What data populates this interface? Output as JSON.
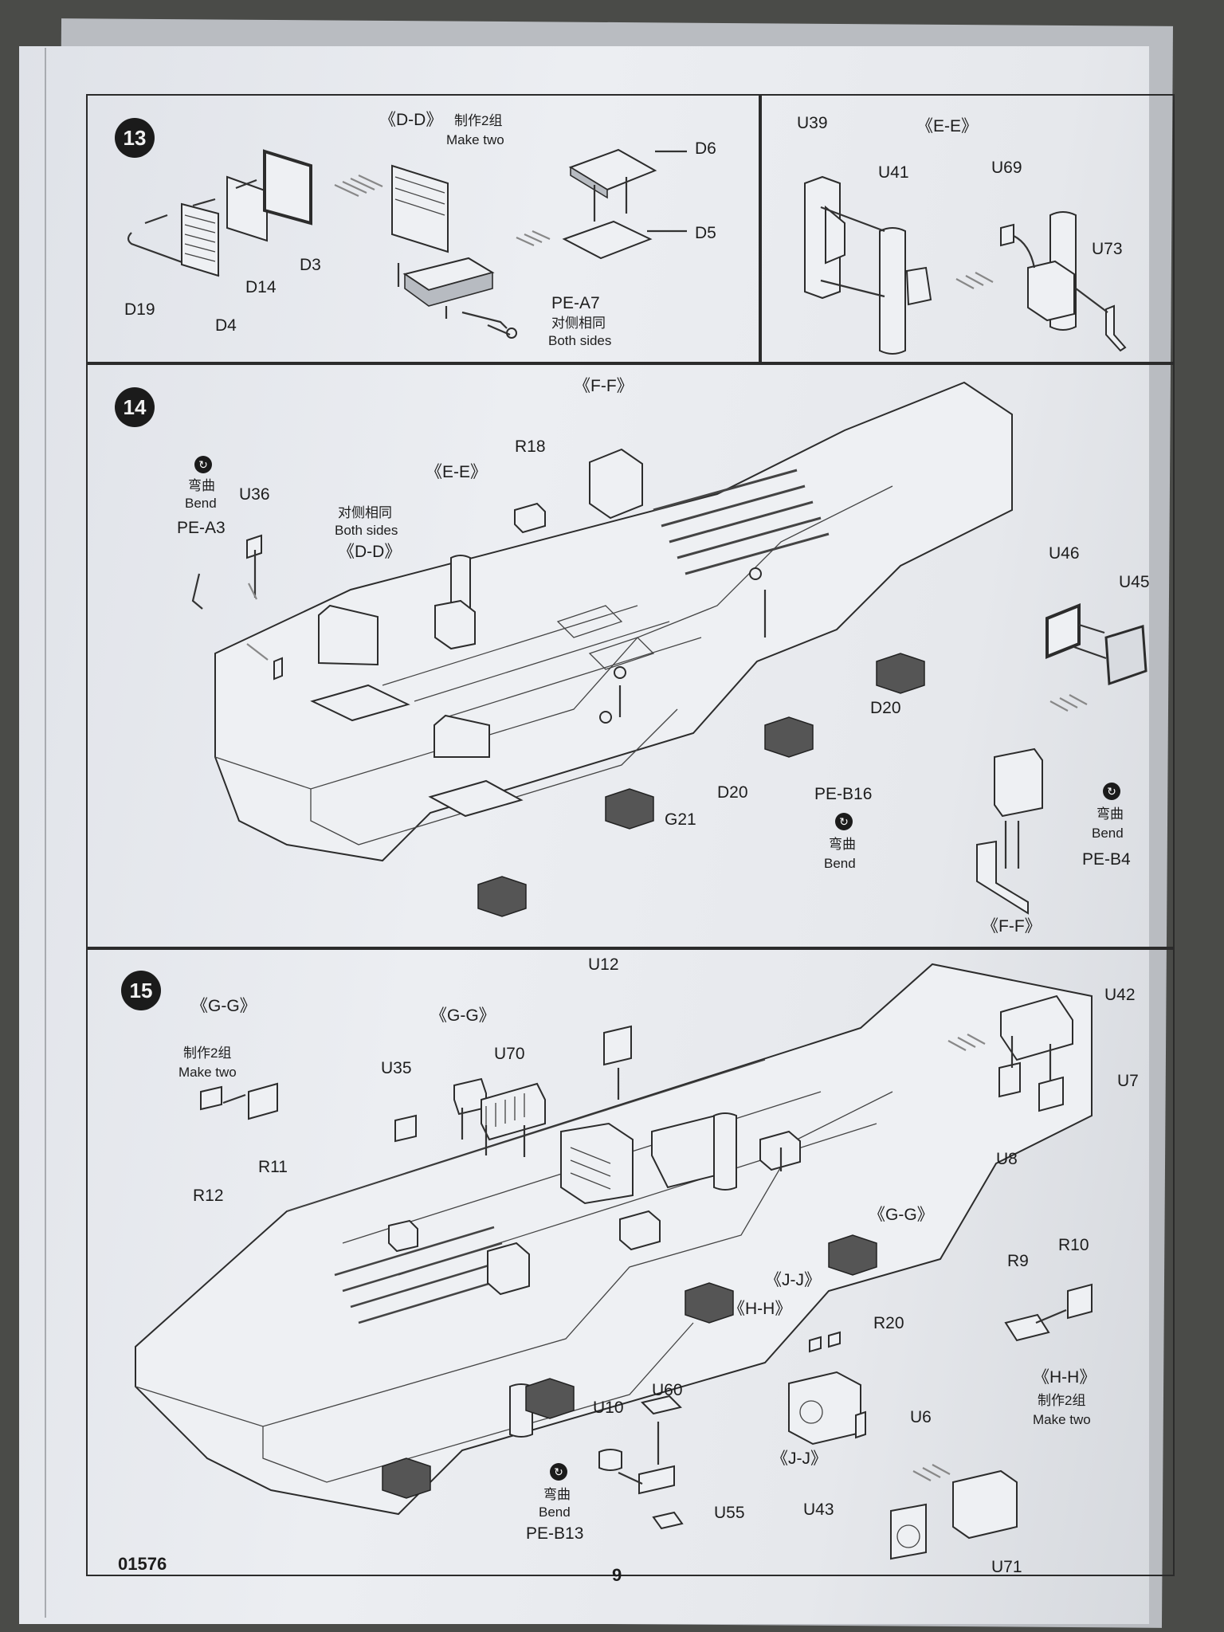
{
  "page": {
    "kit_number": "01576",
    "page_number": "9"
  },
  "step13": {
    "number": "13",
    "dd": {
      "title": "《D-D》",
      "make_cn": "制作2组",
      "make_en": "Make two"
    },
    "ee_title": "《E-E》",
    "parts": {
      "d3": "D3",
      "d4": "D4",
      "d5": "D5",
      "d6": "D6",
      "d14": "D14",
      "d19": "D19",
      "pe_a7": "PE-A7",
      "u39": "U39",
      "u41": "U41",
      "u69": "U69",
      "u73": "U73"
    },
    "both_cn": "对侧相同",
    "both_en": "Both sides"
  },
  "step14": {
    "number": "14",
    "ff_title": "《F-F》",
    "ee_title": "《E-E》",
    "dd_title": "《D-D》",
    "both_cn": "对侧相同",
    "both_en": "Both sides",
    "bend_cn": "弯曲",
    "bend_en": "Bend",
    "parts": {
      "r18": "R18",
      "u36": "U36",
      "pe_a3": "PE-A3",
      "u46": "U46",
      "u45": "U45",
      "d20a": "D20",
      "d20b": "D20",
      "pe_b16": "PE-B16",
      "g21": "G21",
      "pe_b4": "PE-B4"
    },
    "ff_bottom": "《F-F》"
  },
  "step15": {
    "number": "15",
    "gg_left": "《G-G》",
    "gg_mid": "《G-G》",
    "gg_right": "《G-G》",
    "make_cn": "制作2组",
    "make_en": "Make two",
    "hh_cn": "制作2组",
    "hh_en": "Make two",
    "jj": "《J-J》",
    "hh": "《H-H》",
    "jj2": "《J-J》",
    "hh2": "《H-H》",
    "bend_cn": "弯曲",
    "bend_en": "Bend",
    "parts": {
      "u12": "U12",
      "u42": "U42",
      "u35": "U35",
      "u70": "U70",
      "u7": "U7",
      "u8": "U8",
      "r11": "R11",
      "r12": "R12",
      "r9": "R9",
      "r10": "R10",
      "r20": "R20",
      "u6": "U6",
      "u10": "U10",
      "u60": "U60",
      "u55": "U55",
      "pe_b13": "PE-B13",
      "u43": "U43",
      "u71": "U71"
    }
  }
}
